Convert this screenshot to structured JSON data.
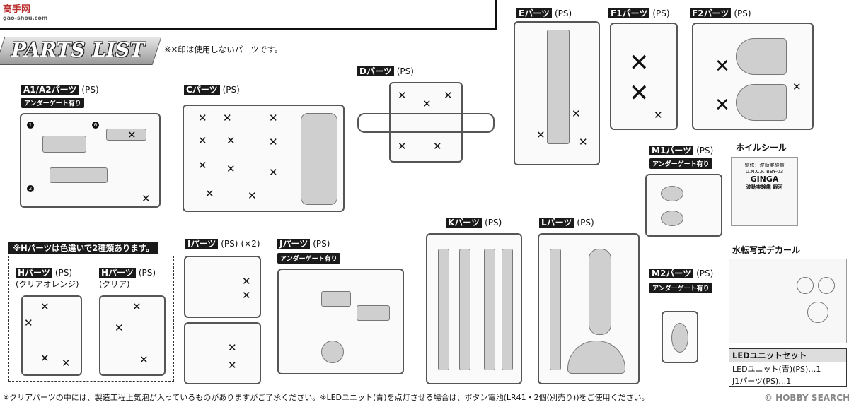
{
  "watermark": {
    "top": "高手网",
    "bottom": "gao-shou.com"
  },
  "header": {
    "title": "PARTS LIST",
    "note": "※✕印は使用しないパーツです。"
  },
  "sprues": [
    {
      "id": "A",
      "label": "A1/A2パーツ",
      "material": "(PS)",
      "undergate": "アンダーゲート有り"
    },
    {
      "id": "C",
      "label": "Cパーツ",
      "material": "(PS)"
    },
    {
      "id": "D",
      "label": "Dパーツ",
      "material": "(PS)"
    },
    {
      "id": "E",
      "label": "Eパーツ",
      "material": "(PS)"
    },
    {
      "id": "F1",
      "label": "F1パーツ",
      "material": "(PS)"
    },
    {
      "id": "F2",
      "label": "F2パーツ",
      "material": "(PS)"
    },
    {
      "id": "M1",
      "label": "M1パーツ",
      "material": "(PS)",
      "undergate": "アンダーゲート有り"
    },
    {
      "id": "M2",
      "label": "M2パーツ",
      "material": "(PS)",
      "undergate": "アンダーゲート有り"
    },
    {
      "id": "I",
      "label": "Iパーツ",
      "material": "(PS)",
      "qty": "(×2)"
    },
    {
      "id": "J",
      "label": "Jパーツ",
      "material": "(PS)",
      "undergate": "アンダーゲート有り"
    },
    {
      "id": "K",
      "label": "Kパーツ",
      "material": "(PS)"
    },
    {
      "id": "L",
      "label": "Lパーツ",
      "material": "(PS)"
    }
  ],
  "h_notice": "※Hパーツは色違いで2種類あります。",
  "h_variants": [
    {
      "label": "Hパーツ",
      "material": "(PS)",
      "color": "(クリアオレンジ)"
    },
    {
      "label": "Hパーツ",
      "material": "(PS)",
      "color": "(クリア)"
    }
  ],
  "foil_seal": {
    "title": "ホイルシール",
    "lines": [
      "監修：波動実験艦",
      "U.N.C.F. BBY-03",
      "GINGA",
      "波動実験艦 銀河"
    ]
  },
  "decal": {
    "title": "水転写式デカール"
  },
  "led_set": {
    "title": "LEDユニットセット",
    "items": [
      "LEDユニット(青)(PS)…1",
      "J1パーツ(PS)…1"
    ]
  },
  "footer_note": "※クリアパーツの中には、製造工程上気泡が入っているものがありますがご了承ください。※LEDユニット(青)を点灯させる場合は、ボタン電池(LR41・2個(別売り))をご使用ください。",
  "credit": "© HOBBY SEARCH"
}
